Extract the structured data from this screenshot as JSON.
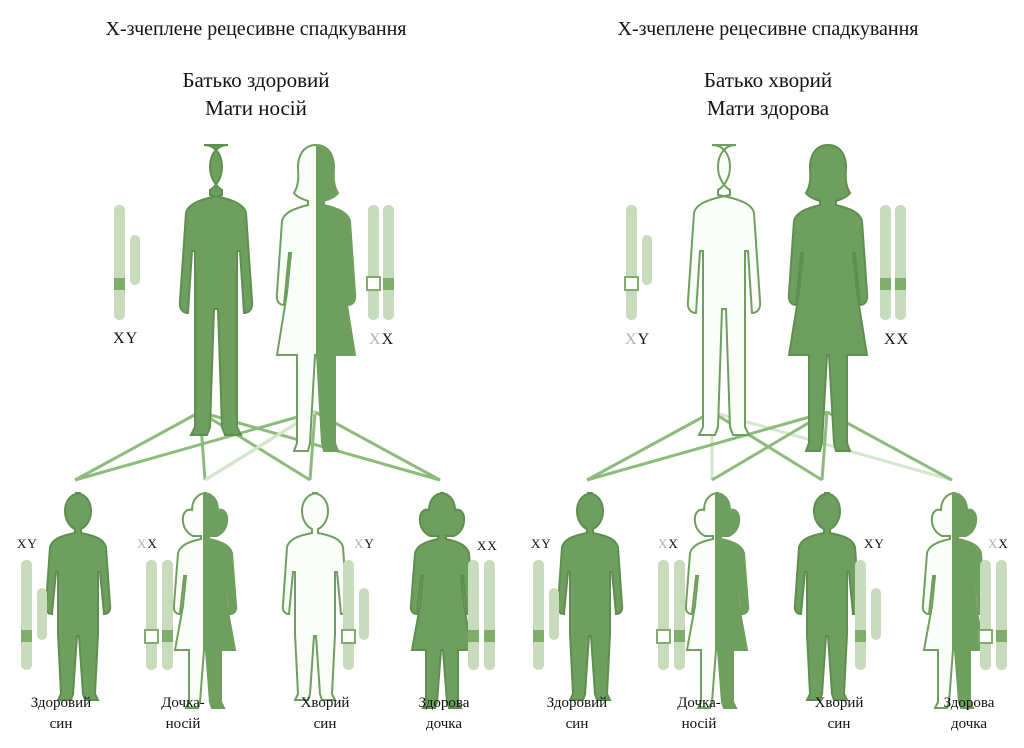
{
  "colors": {
    "affected": "#6e9f5e",
    "affected_outline": "#5e8f50",
    "healthy_fill": "#fbfdf8",
    "chromosome_light": "#c8dbbd",
    "chromosome_band": "#7fae6c",
    "line_strong": "#8cbb7c",
    "line_faint": "#d5e6cc",
    "genotype_faded": "#b0b0b0"
  },
  "panels": [
    {
      "title": "Х-зчеплене рецесивне спадкування",
      "parents_caption": [
        "Батько здоровий",
        "Мати носій"
      ],
      "father_genotype": {
        "x": "X",
        "y": "Y",
        "x_faded": false
      },
      "mother_genotype": {
        "x1": "X",
        "x2": "X",
        "x1_faded": true
      },
      "children": [
        {
          "label": [
            "Здоровий",
            "син"
          ],
          "genotype": "XY",
          "faded": "",
          "status": "healthy-son"
        },
        {
          "label": [
            "Дочка-",
            "носій"
          ],
          "genotype": "XX",
          "faded": "first",
          "status": "carrier-daughter"
        },
        {
          "label": [
            "Хворий",
            "син"
          ],
          "genotype": "XY",
          "faded": "first",
          "status": "affected-son"
        },
        {
          "label": [
            "Здорова",
            "дочка"
          ],
          "genotype": "XX",
          "faded": "",
          "status": "healthy-daughter"
        }
      ]
    },
    {
      "title": "Х-зчеплене рецесивне спадкування",
      "parents_caption": [
        "Батько хворий",
        "Мати здорова"
      ],
      "father_genotype": {
        "x": "X",
        "y": "Y",
        "x_faded": true
      },
      "mother_genotype": {
        "x1": "X",
        "x2": "X",
        "x1_faded": false
      },
      "children": [
        {
          "label": [
            "Здоровий",
            "син"
          ],
          "genotype": "XY",
          "faded": "",
          "status": "healthy-son"
        },
        {
          "label": [
            "Дочка-",
            "носій"
          ],
          "genotype": "XX",
          "faded": "first",
          "status": "carrier-daughter"
        },
        {
          "label": [
            "Хворий",
            "син"
          ],
          "genotype": "XY",
          "faded": "",
          "status": "affected-son"
        },
        {
          "label": [
            "Здорова",
            "дочка"
          ],
          "genotype": "XX",
          "faded": "first",
          "status": "healthy-daughter"
        }
      ]
    }
  ]
}
